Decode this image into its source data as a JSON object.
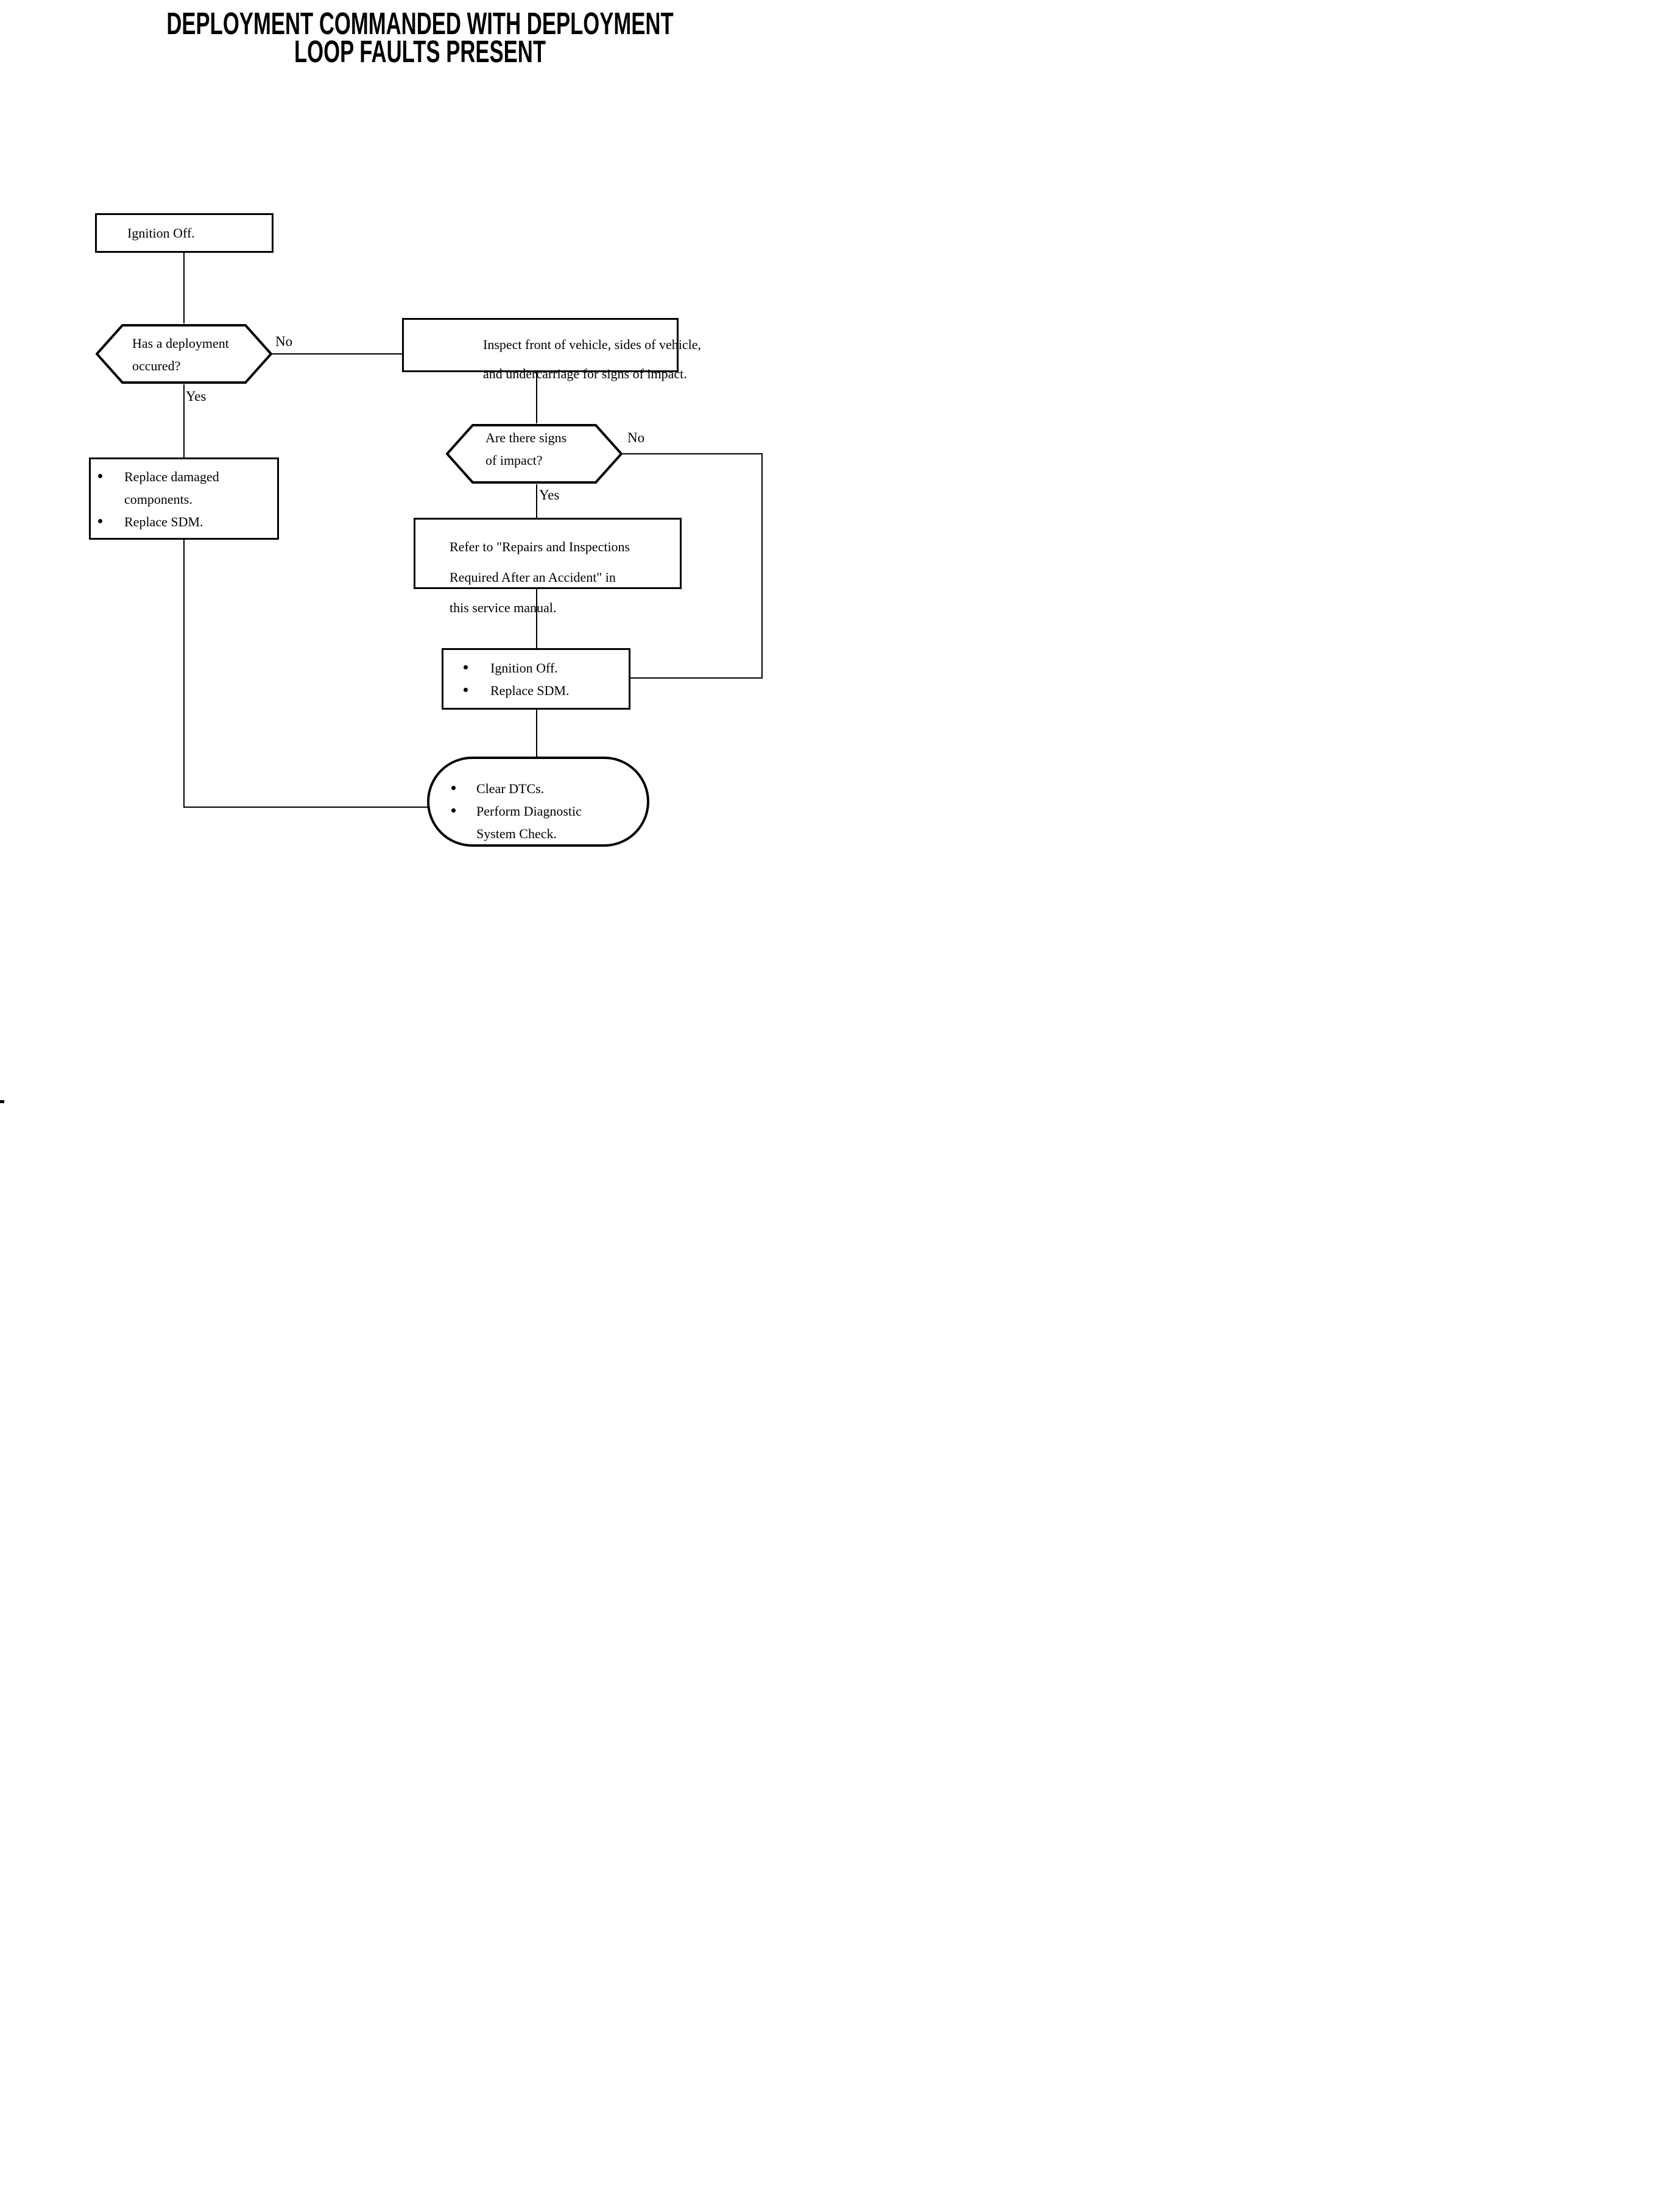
{
  "title": {
    "line1": "DEPLOYMENT COMMANDED WITH DEPLOYMENT",
    "line2": "LOOP FAULTS PRESENT"
  },
  "flowchart": {
    "ignition_off": {
      "text": "Ignition Off."
    },
    "has_deployment": {
      "line1": "Has a deployment",
      "line2": "occured?"
    },
    "no1": "No",
    "yes1": "Yes",
    "inspect": {
      "line1": "Inspect front of vehicle, sides of vehicle,",
      "line2": "and undercarriage for signs of impact."
    },
    "signs_of_impact": {
      "line1": "Are there signs",
      "line2": "of impact?"
    },
    "no2": "No",
    "yes2": "Yes",
    "refer": {
      "line1": "Refer to \"Repairs and Inspections",
      "line2": "Required After an Accident\" in",
      "line3": "this service manual."
    },
    "replace_damaged": {
      "item1_line1": "Replace damaged",
      "item1_line2": "components.",
      "item2": "Replace SDM."
    },
    "ignition_sdm": {
      "item1": "Ignition Off.",
      "item2": "Replace SDM."
    },
    "clear_dtcs": {
      "item1": "Clear DTCs.",
      "item2_line1": "Perform Diagnostic",
      "item2_line2": "System Check."
    }
  },
  "colors": {
    "ink": "#000000",
    "paper": "#ffffff"
  }
}
